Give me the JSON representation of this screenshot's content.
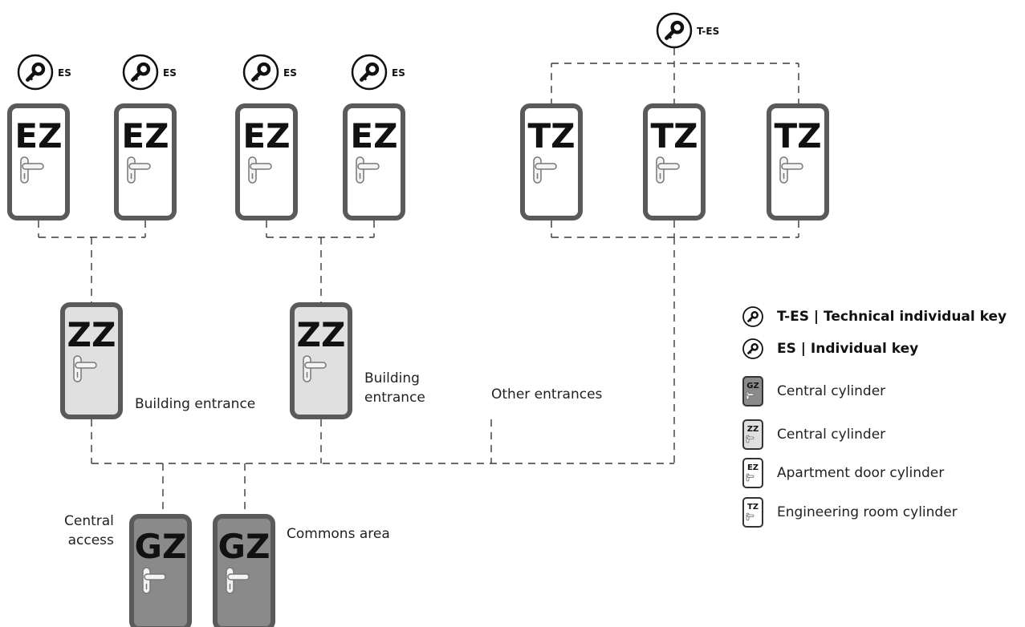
{
  "colors": {
    "frame": "#5a5a5a",
    "dash": "#3a3a3a",
    "white_fill": "#ffffff",
    "light_fill": "#e0e0e0",
    "dark_fill": "#8a8a8a",
    "text": "#111111"
  },
  "keys": {
    "top_left": [
      "ES",
      "ES",
      "ES",
      "ES"
    ],
    "top_right": "T-ES"
  },
  "doors": {
    "ez": [
      "EZ",
      "EZ",
      "EZ",
      "EZ"
    ],
    "tz": [
      "TZ",
      "TZ",
      "TZ"
    ],
    "zz": [
      "ZZ",
      "ZZ"
    ],
    "gz": [
      "GZ",
      "GZ"
    ]
  },
  "labels": {
    "building_entrance_1": "Building entrance",
    "building_entrance_2": "Building\nentrance",
    "other_entrances": "Other entrances",
    "central_access": "Central\naccess",
    "commons_area": "Commons area"
  },
  "legend": [
    {
      "icon": "key-icon",
      "text": "T-ES | Technical individual key",
      "bold": true
    },
    {
      "icon": "key-icon",
      "text": "ES | Individual key",
      "bold": true
    },
    {
      "icon": "door-icon",
      "code": "GZ",
      "fill": "dark",
      "text": "Central cylinder",
      "bold": false
    },
    {
      "icon": "door-icon",
      "code": "ZZ",
      "fill": "light",
      "text": "Central cylinder",
      "bold": false
    },
    {
      "icon": "door-icon",
      "code": "EZ",
      "fill": "white",
      "text": "Apartment door cylinder",
      "bold": false
    },
    {
      "icon": "door-icon",
      "code": "TZ",
      "fill": "white",
      "text": "Engineering room cylinder",
      "bold": false
    }
  ]
}
